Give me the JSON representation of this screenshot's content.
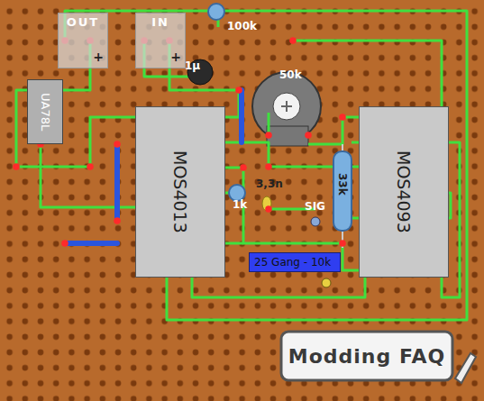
{
  "diagram": {
    "nodes": [
      {
        "text": [
          "OUT",
          "+"
        ]
      },
      {
        "text": [
          "IN",
          "+"
        ]
      },
      {
        "text": [
          "UA78L"
        ]
      },
      {
        "text": [
          "MOS4013"
        ]
      },
      {
        "text": [
          "MOS4093"
        ]
      },
      {
        "text": [
          "25 Gang - 10k"
        ]
      }
    ],
    "labels": [
      "100k",
      "1µ",
      "50k",
      "3,3n",
      "1k",
      "33k",
      "SIG",
      "Modding FAQ"
    ]
  }
}
